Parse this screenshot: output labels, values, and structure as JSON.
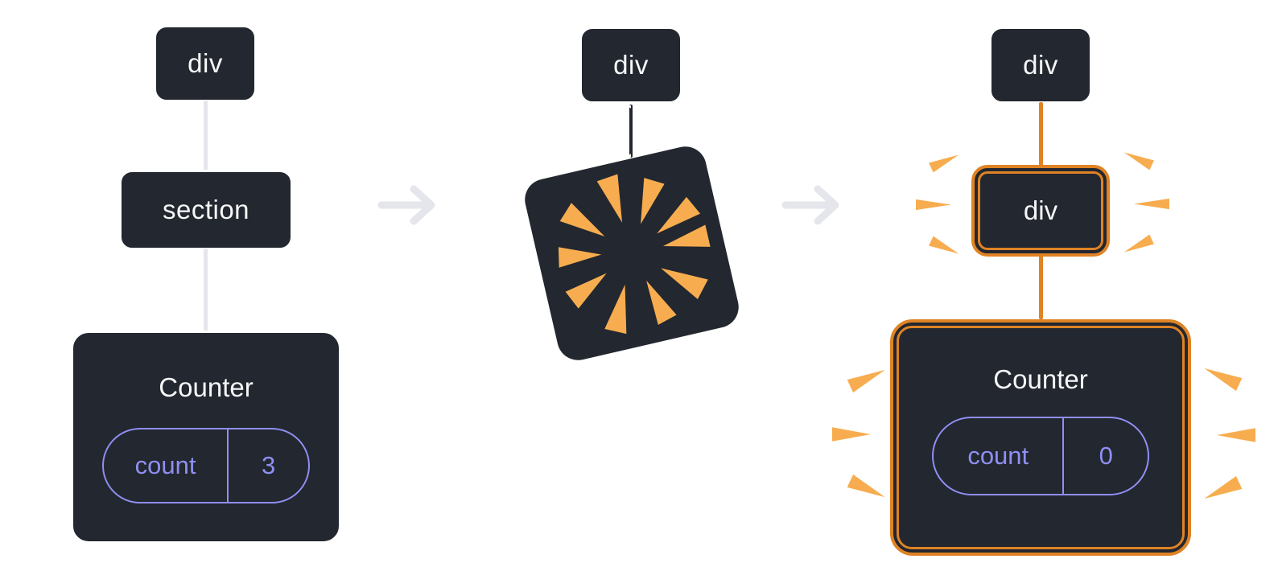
{
  "colors": {
    "node-bg": "#23272F",
    "node-border": "#FFFFFF",
    "node-text": "#F6F7F9",
    "connector": "#E4E6EB",
    "arrow": "#E4E6EB",
    "highlight": "#DF8324",
    "spark": "#F7AD4F",
    "state-accent": "#8F8FF3"
  },
  "before": {
    "root_label": "div",
    "child_label": "section",
    "component": {
      "name": "Counter",
      "state_key": "count",
      "state_value": "3"
    }
  },
  "transition": {
    "arrow_glyph": "→"
  },
  "destroyed": {
    "root_label": "div"
  },
  "after": {
    "root_label": "div",
    "child_label": "div",
    "component": {
      "name": "Counter",
      "state_key": "count",
      "state_value": "0"
    }
  }
}
